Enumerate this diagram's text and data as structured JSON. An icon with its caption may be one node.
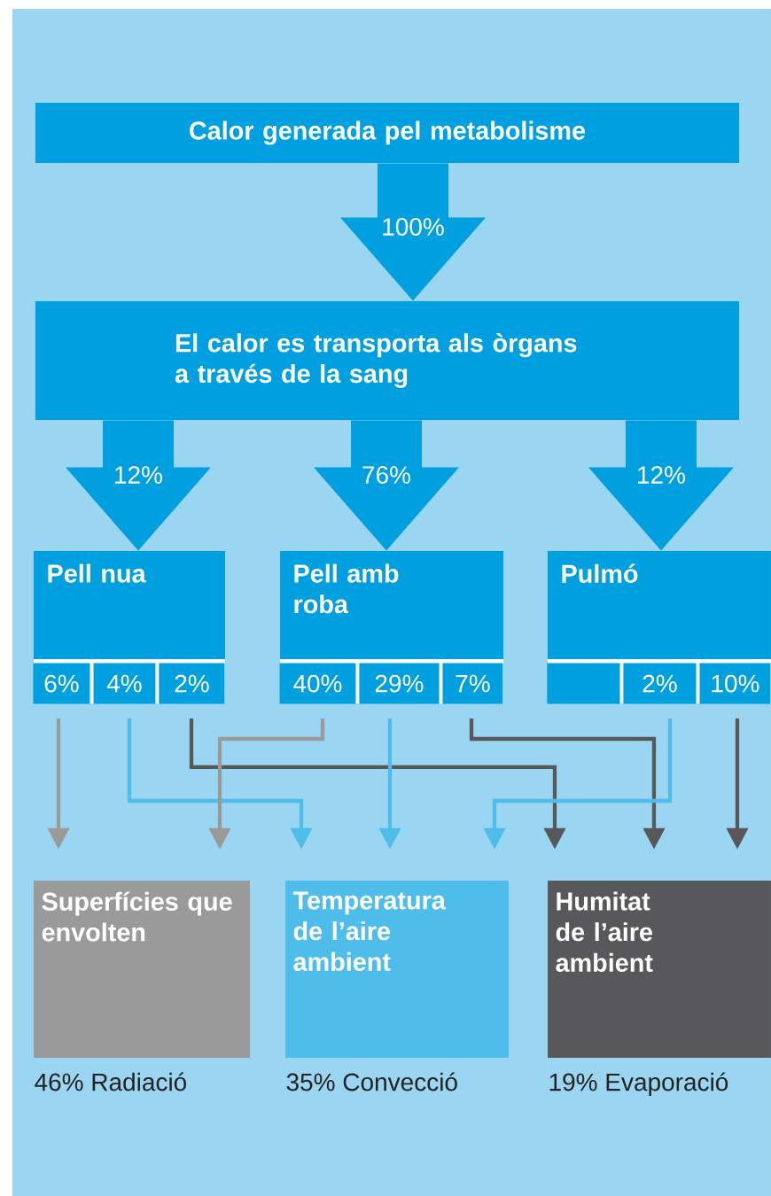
{
  "diagram": {
    "nodes": [
      {
        "text": [
          "Calor generada pel metabolisme"
        ]
      },
      {
        "text": [
          "El calor es transporta als òrgans a través de la sang"
        ]
      },
      {
        "text": [
          "Pell nua"
        ]
      },
      {
        "text": [
          "6%"
        ],
        "in": 2
      },
      {
        "text": [
          "4%"
        ],
        "in": 2
      },
      {
        "text": [
          "2%"
        ],
        "in": 2
      },
      {
        "text": [
          "Pell amb roba"
        ]
      },
      {
        "text": [
          "40%"
        ],
        "in": 6
      },
      {
        "text": [
          "29%"
        ],
        "in": 6
      },
      {
        "text": [
          "7%"
        ],
        "in": 6
      },
      {
        "text": [
          "Pulmó"
        ]
      },
      {
        "text": [],
        "shape": "box",
        "in": 10
      },
      {
        "text": [
          "2%"
        ],
        "in": 10
      },
      {
        "text": [
          "10%"
        ],
        "in": 10
      },
      {
        "text": [
          "Superfícies que envolten"
        ],
        "beside": [
          "46% Radiació"
        ]
      },
      {
        "text": [
          "Temperatura de l’aire ambient"
        ],
        "beside": [
          "35% Convecció"
        ]
      },
      {
        "text": [
          "Humitat de l’aire ambient"
        ],
        "beside": [
          "19% Evaporació"
        ]
      }
    ],
    "edges": [
      {
        "from": 0,
        "to": 1,
        "arrow": "to",
        "label": "100%",
        "style": "thick"
      },
      {
        "from": 1,
        "to": 2,
        "arrow": "to",
        "label": "12%",
        "style": "thick"
      },
      {
        "from": 1,
        "to": 6,
        "arrow": "to",
        "label": "76%",
        "style": "thick"
      },
      {
        "from": 1,
        "to": 10,
        "arrow": "to",
        "label": "12%",
        "style": "thick"
      },
      {
        "from": 3,
        "to": 14,
        "arrow": "to",
        "color": "#9a9a9b"
      },
      {
        "from": 4,
        "to": 15,
        "arrow": "to",
        "color": "#4fbde9"
      },
      {
        "from": 5,
        "to": 16,
        "arrow": "to",
        "color": "#58585a"
      },
      {
        "from": 7,
        "to": 14,
        "arrow": "to",
        "color": "#9a9a9b"
      },
      {
        "from": 8,
        "to": 15,
        "arrow": "to",
        "color": "#4fbde9"
      },
      {
        "from": 9,
        "to": 16,
        "arrow": "to",
        "color": "#58585a"
      },
      {
        "from": 12,
        "to": 15,
        "arrow": "to",
        "color": "#4fbde9"
      },
      {
        "from": 13,
        "to": 16,
        "arrow": "to",
        "color": "#58585a"
      }
    ]
  }
}
